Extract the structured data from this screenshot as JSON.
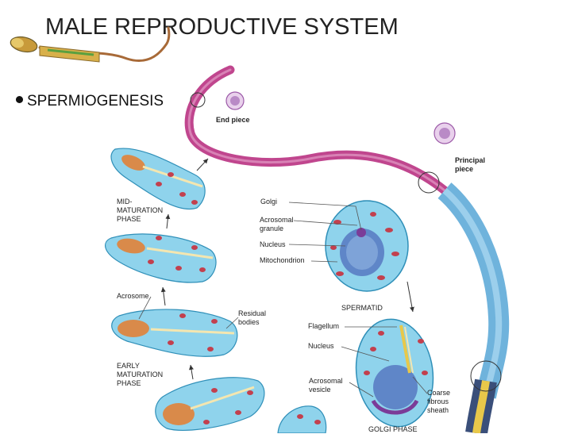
{
  "slide": {
    "title": "MALE REPRODUCTIVE SYSTEM",
    "bullet": "SPERMIOGENESIS"
  },
  "diagram": {
    "labels": {
      "end_piece": "End piece",
      "principal_piece": "Principal\npiece",
      "golgi": "Golgi",
      "acrosomal_granule": "Acrosomal\ngranule",
      "nucleus_top": "Nucleus",
      "mitochondrion": "Mitochondrion",
      "spermatid": "SPERMATID",
      "flagellum": "Flagellum",
      "nucleus_bottom": "Nucleus",
      "acrosomal_vesicle": "Acrosomal\nvesicle",
      "coarse_fibrous_sheath": "Coarse\nfibrous\nsheath",
      "golgi_phase": "GOLGI PHASE",
      "mid_maturation_phase": "MID-\nMATURATION\nPHASE",
      "acrosome": "Acrosome",
      "residual_bodies": "Residual\nbodies",
      "early_maturation_phase": "EARLY\nMATURATION\nPHASE"
    },
    "colors": {
      "tail_pink": "#c0468e",
      "tail_blue": "#6fb3dc",
      "cell_cyan": "#8fd3ec",
      "nucleus_blue": "#5f86c8",
      "mito_red": "#c2404e",
      "acrosome_orange": "#d98a4a",
      "arrow": "#333333"
    }
  }
}
